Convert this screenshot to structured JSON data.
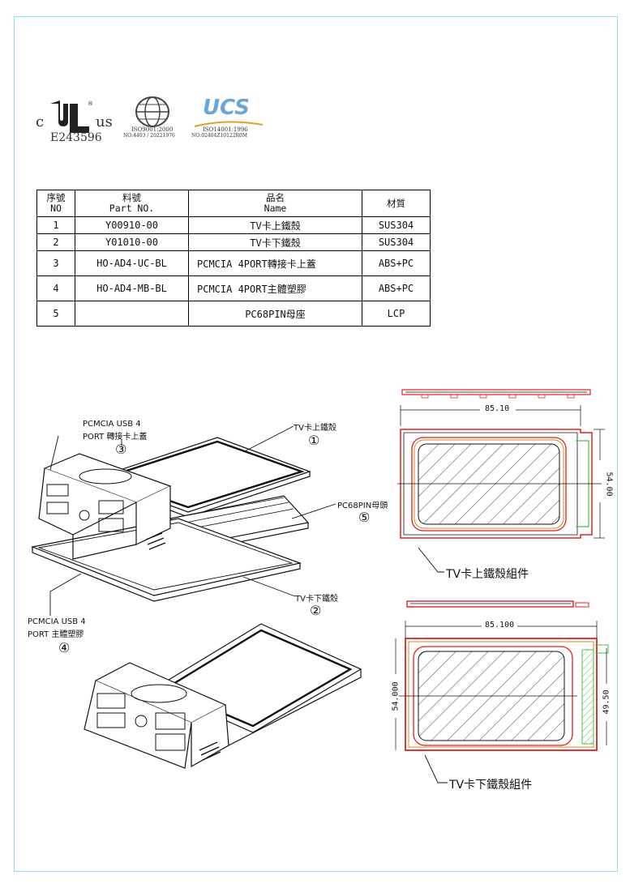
{
  "certifications": {
    "ul_left": "c",
    "ul_right": "us",
    "ul_number": "E243596",
    "iso9001_line1": "ISO9001:2000",
    "iso9001_line2": "NO:4403 / 20221976",
    "ucs_logo": "UCS",
    "iso14001_line1": "ISO14001:1996",
    "iso14001_line2": "NO:02404Z10122R0M"
  },
  "table": {
    "headers": {
      "no_cn": "序號",
      "no_en": "NO",
      "part_cn": "料號",
      "part_en": "Part NO.",
      "name_cn": "品名",
      "name_en": "Name",
      "material": "材質"
    },
    "rows": [
      {
        "no": "1",
        "part": "Y00910-00",
        "name": "TV卡上鐵殼",
        "material": "SUS304"
      },
      {
        "no": "2",
        "part": "Y01010-00",
        "name": "TV卡下鐵殼",
        "material": "SUS304"
      },
      {
        "no": "3",
        "part": "HO-AD4-UC-BL",
        "name": "PCMCIA 4PORT轉接卡上蓋",
        "material": "ABS+PC"
      },
      {
        "no": "4",
        "part": "HO-AD4-MB-BL",
        "name": "PCMCIA 4PORT主體塑膠",
        "material": "ABS+PC"
      },
      {
        "no": "5",
        "part": "",
        "name": "PC68PIN母座",
        "material": "LCP"
      }
    ]
  },
  "exploded": {
    "label_3_line1": "PCMCIA USB 4",
    "label_3_line2": "PORT 轉接卡上蓋",
    "num_3": "③",
    "label_1": "TV卡上鐵殼",
    "num_1": "①",
    "label_5": "PC68PIN母頭",
    "num_5": "⑤",
    "label_2": "TV卡下鐵殼",
    "num_2": "②",
    "label_4_line1": "PCMCIA USB 4",
    "label_4_line2": "PORT 主體塑膠",
    "num_4": "④"
  },
  "upper_view": {
    "width_dim": "85.10",
    "height_dim": "54.00",
    "caption": "TV卡上鐵殼組件"
  },
  "lower_view": {
    "width_dim": "85.100",
    "height_dim": "54.000",
    "inner_dim": "49.50",
    "caption": "TV卡下鐵殼組件"
  },
  "colors": {
    "frame": "#8fe0e8",
    "shell_red": "#e02020",
    "inner_orange": "#e08a20",
    "inner_green": "#40c040",
    "hatch": "#333333"
  }
}
